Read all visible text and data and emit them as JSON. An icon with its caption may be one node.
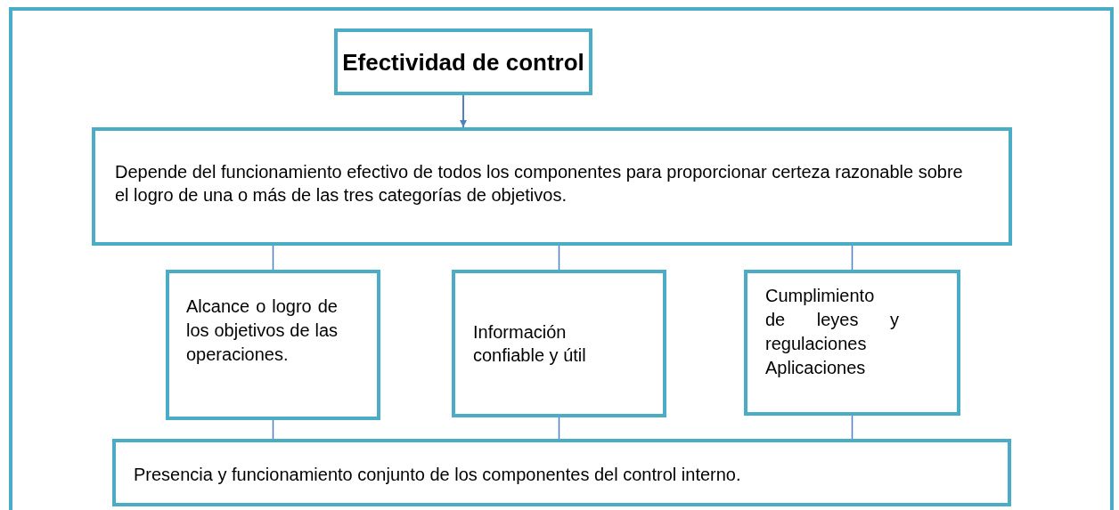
{
  "diagram": {
    "nodes": [
      {
        "text": [],
        "shape": "box"
      },
      {
        "text": [
          "Efectividad de control"
        ],
        "in": 0
      },
      {
        "text": [
          "Depende del funcionamiento efectivo de todos los componentes para proporcionar certeza razonable sobre el logro de una o más de las tres categorías de objetivos."
        ],
        "in": 0
      },
      {
        "text": [
          "Alcance o logro de los objetivos de las operaciones."
        ],
        "in": 0
      },
      {
        "text": [
          "Información confiable y útil"
        ],
        "in": 0
      },
      {
        "text": [
          "Cumplimiento de leyes y regulaciones Aplicaciones"
        ],
        "in": 0
      },
      {
        "text": [
          "Presencia y funcionamiento conjunto de los componentes del control interno."
        ],
        "in": 0
      }
    ],
    "edges": [
      {
        "from": 1,
        "to": 2,
        "arrow": "to"
      },
      {
        "from": 2,
        "to": 3,
        "arrow": "none"
      },
      {
        "from": 2,
        "to": 4,
        "arrow": "none"
      },
      {
        "from": 2,
        "to": 5,
        "arrow": "none"
      },
      {
        "from": 3,
        "to": 6,
        "arrow": "none"
      },
      {
        "from": 4,
        "to": 6,
        "arrow": "none"
      },
      {
        "from": 5,
        "to": 6,
        "arrow": "none"
      }
    ]
  }
}
